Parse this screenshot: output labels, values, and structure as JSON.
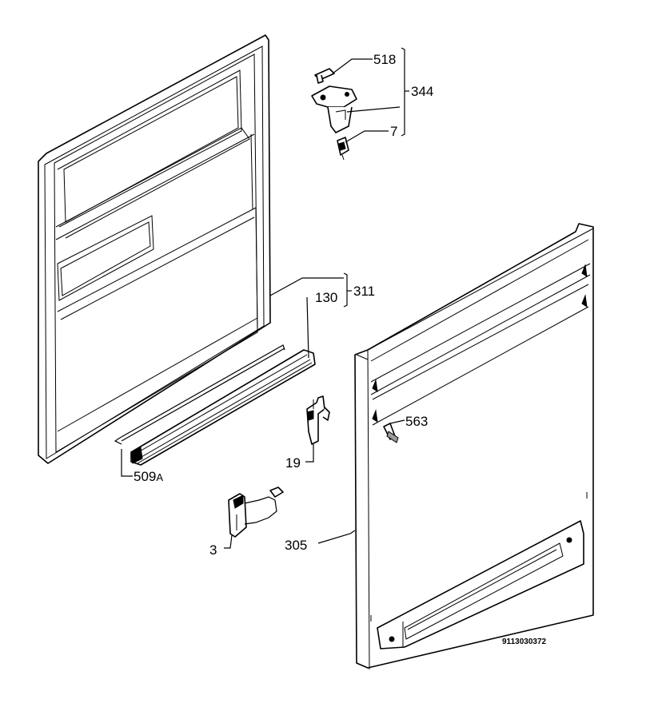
{
  "labels": {
    "p518": "518",
    "p344": "344",
    "p7": "7",
    "p311": "311",
    "p130": "130",
    "p563": "563",
    "p19": "19",
    "p509": "509",
    "p509_suffix": "A",
    "p305": "305",
    "p3": "3"
  },
  "diagram_code": "9113030372"
}
